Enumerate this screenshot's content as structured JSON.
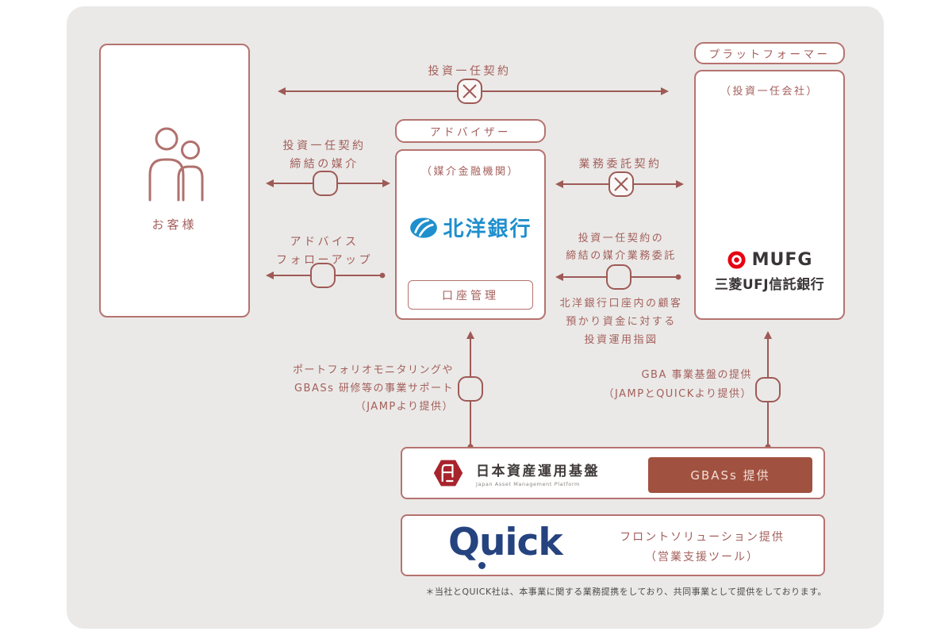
{
  "colors": {
    "accent_rose": "#a35f5b",
    "box_border": "#b5736f",
    "background_gray": "#eae9e7",
    "gbas_badge_bg": "#a1513f",
    "mufg_red": "#e60012",
    "hokuyo_blue": "#1f8fcd",
    "quick_navy": "#25437f",
    "jamp_red": "#a8242c"
  },
  "customer": {
    "label": "お客様"
  },
  "advisor": {
    "tag": "アドバイザー",
    "role": "（媒介金融機関）",
    "bank": "北洋銀行",
    "account": "口座管理"
  },
  "platformer": {
    "tag": "プラットフォーマー",
    "role": "（投資一任会社）",
    "brand": "MUFG",
    "bank": "三菱UFJ信託銀行"
  },
  "relations": {
    "discretionary_contract": "投資一任契約",
    "mediation_line1": "投資一任契約",
    "mediation_line2": "締結の媒介",
    "advice_line1": "アドバイス",
    "advice_line2": "フォローアップ",
    "outsourcing_contract": "業務委託契約",
    "delegation_above1": "投資一任契約の",
    "delegation_above2": "締結の媒介業務委託",
    "delegation_below1": "北洋銀行口座内の顧客",
    "delegation_below2": "預かり資金に対する",
    "delegation_below3": "投資運用指図",
    "support_line1": "ポートフォリオモニタリングや",
    "support_line2": "GBASs 研修等の事業サポート",
    "support_line3": "（JAMPより提供）",
    "gba_line1": "GBA 事業基盤の提供",
    "gba_line2": "（JAMPとQUICKより提供）"
  },
  "jamp": {
    "name": "日本資産運用基盤",
    "name_en": "Japan Asset Management Platform",
    "badge": "GBASs 提供"
  },
  "quick": {
    "logo": "Quick",
    "service_line1": "フロントソリューション提供",
    "service_line2": "（営業支援ツール）"
  },
  "footnote": "＊当社とQUICK社は、本事業に関する業務提携をしており、共同事業として提供をしております。",
  "icons": {
    "customer_icon": "two-people-outline",
    "contract_node": "circle-x-node",
    "relay_node": "rounded-square-node",
    "mufg_mark": "red-ring-logo",
    "hokuyo_mark": "blue-ellipse-logo",
    "jamp_mark": "red-hexagon-logo"
  }
}
